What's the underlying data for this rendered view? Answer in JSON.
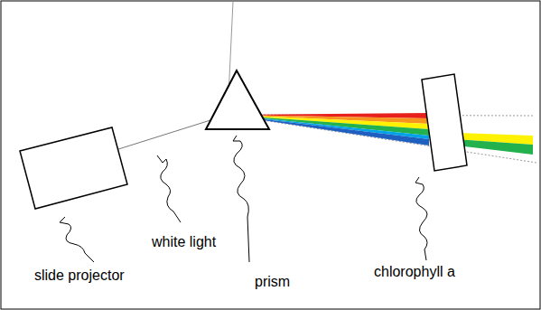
{
  "diagram": {
    "labels": [
      "slide projector",
      "white light",
      "prism",
      "chlorophyll a"
    ]
  }
}
